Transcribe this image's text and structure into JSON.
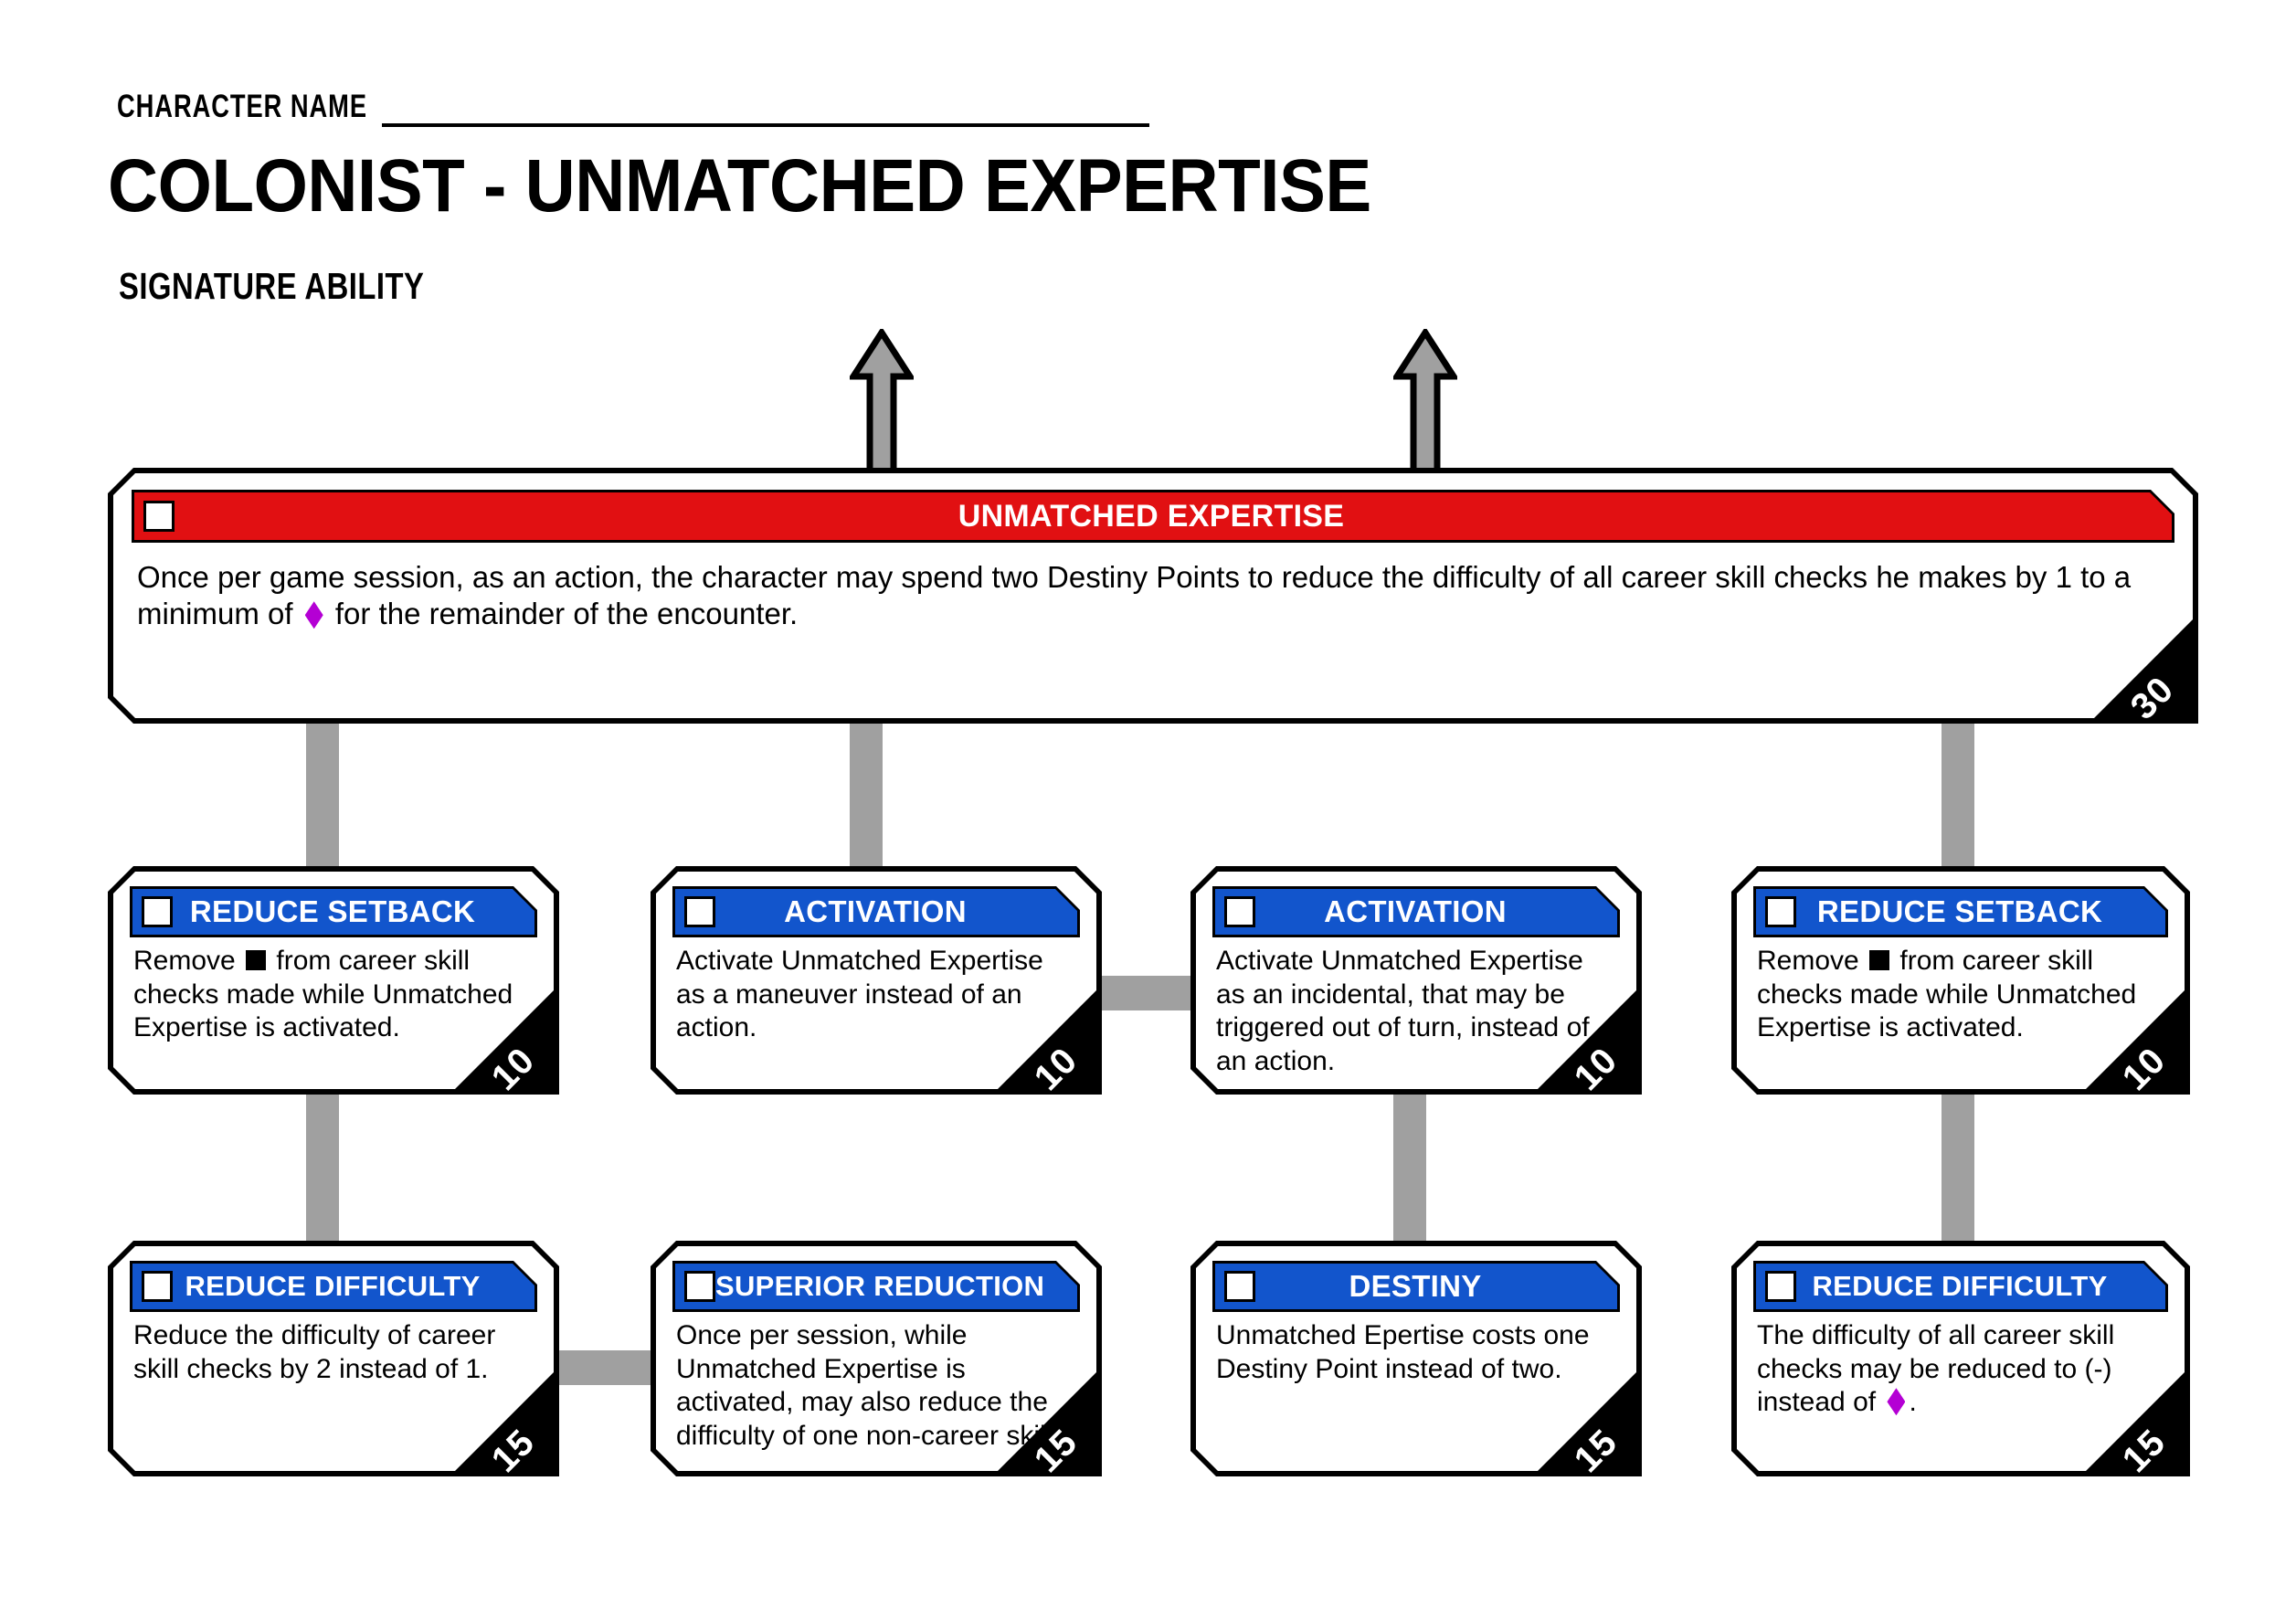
{
  "header": {
    "character_name_label": "CHARACTER NAME",
    "title": "COLONIST - UNMATCHED EXPERTISE",
    "subtitle": "SIGNATURE ABILITY"
  },
  "colors": {
    "signature_header": "#e11012",
    "talent_header": "#1255cc",
    "connector": "#a0a0a0",
    "difficulty_die": "#b400d4",
    "setback_die": "#000000",
    "card_border": "#000000",
    "page_background": "#ffffff"
  },
  "signature_card": {
    "title": "UNMATCHED EXPERTISE",
    "cost": "30",
    "text_part1": "Once per game session, as an action, the character may spend two Destiny Points to reduce the difficulty of all career skill checks he makes by 1 to a minimum of ",
    "text_part2": " for the remainder of the encounter.",
    "checkbox_checked": false
  },
  "rows": [
    {
      "row_index": 1,
      "cards": [
        {
          "title": "REDUCE SETBACK",
          "cost": "10",
          "segments": [
            {
              "type": "text",
              "value": "Remove "
            },
            {
              "type": "glyph",
              "value": "setback-die"
            },
            {
              "type": "text",
              "value": " from career skill checks made while Unmatched Expertise is activated."
            }
          ],
          "checkbox_checked": false
        },
        {
          "title": "ACTIVATION",
          "cost": "10",
          "segments": [
            {
              "type": "text",
              "value": "Activate Unmatched Expertise as a maneuver instead of an action."
            }
          ],
          "checkbox_checked": false
        },
        {
          "title": "ACTIVATION",
          "cost": "10",
          "segments": [
            {
              "type": "text",
              "value": "Activate Unmatched Expertise as an incidental, that may be triggered out of turn, instead of an action."
            }
          ],
          "checkbox_checked": false
        },
        {
          "title": "REDUCE SETBACK",
          "cost": "10",
          "segments": [
            {
              "type": "text",
              "value": "Remove "
            },
            {
              "type": "glyph",
              "value": "setback-die"
            },
            {
              "type": "text",
              "value": " from career skill checks made while Unmatched Expertise is activated."
            }
          ],
          "checkbox_checked": false
        }
      ]
    },
    {
      "row_index": 2,
      "cards": [
        {
          "title": "REDUCE DIFFICULTY",
          "cost": "15",
          "segments": [
            {
              "type": "text",
              "value": "Reduce the difficulty of career skill checks by 2 instead of 1."
            }
          ],
          "checkbox_checked": false
        },
        {
          "title": "SUPERIOR REDUCTION",
          "cost": "15",
          "segments": [
            {
              "type": "text",
              "value": "Once per session, while Unmatched Expertise is activated, may also reduce the difficulty of one non-career skill."
            }
          ],
          "checkbox_checked": false
        },
        {
          "title": "DESTINY",
          "cost": "15",
          "segments": [
            {
              "type": "text",
              "value": "Unmatched Epertise costs one Destiny Point instead of two."
            }
          ],
          "checkbox_checked": false
        },
        {
          "title": "REDUCE DIFFICULTY",
          "cost": "15",
          "segments": [
            {
              "type": "text",
              "value": "The difficulty of all career skill checks may be reduced to (-) instead of "
            },
            {
              "type": "glyph",
              "value": "difficulty-die"
            },
            {
              "type": "text",
              "value": "."
            }
          ],
          "checkbox_checked": false
        }
      ]
    }
  ],
  "connectors": {
    "top_arrows": 2,
    "vertical_links": 6,
    "horizontal_links": 3
  }
}
